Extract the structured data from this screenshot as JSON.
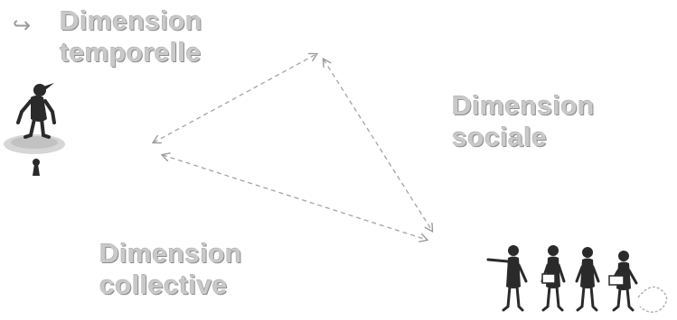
{
  "diagram": {
    "bullet_glyph": "↪",
    "nodes": {
      "temporelle": {
        "line1": "Dimension",
        "line2": "temporelle",
        "icon": "person-on-keyhole-icon"
      },
      "sociale": {
        "line1": "Dimension",
        "line2": "sociale"
      },
      "collective": {
        "line1": "Dimension",
        "line2": "collective",
        "icon": "group-of-people-icon"
      }
    },
    "arrows": [
      {
        "from": "triangle-left-vertex",
        "to": "triangle-top-vertex",
        "style": "dashed",
        "bidirectional": true
      },
      {
        "from": "triangle-top-vertex",
        "to": "triangle-right-vertex",
        "style": "dashed",
        "bidirectional": true
      },
      {
        "from": "triangle-left-vertex",
        "to": "triangle-right-vertex",
        "style": "dashed",
        "bidirectional": true
      }
    ],
    "colors": {
      "text": "#c9c9c9",
      "text_shadow": "#8d8d8d",
      "arrow": "#9a9a9a",
      "figure": "#2a2a2a"
    }
  }
}
